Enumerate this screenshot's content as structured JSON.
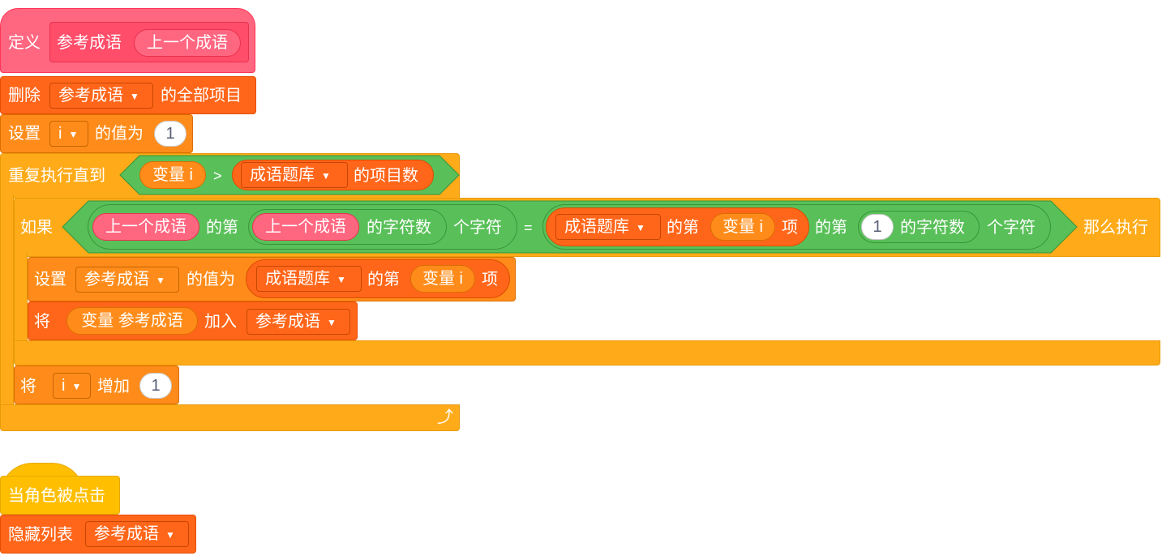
{
  "define": {
    "keyword": "定义",
    "proc_name": "参考成语",
    "param": "上一个成语"
  },
  "delete_all": {
    "label": "删除",
    "list": "参考成语",
    "suffix": "的全部项目"
  },
  "set_i": {
    "label": "设置",
    "var": "i",
    "mid": "的值为",
    "value": "1"
  },
  "repeat_until": {
    "label": "重复执行直到",
    "var_pill": "变量 i",
    "op": ">",
    "list": "成语题库",
    "suffix": "的项目数"
  },
  "if_block": {
    "label": "如果",
    "then": "那么执行",
    "left": {
      "param1": "上一个成语",
      "of": "的第",
      "param2": "上一个成语",
      "len": "的字符数",
      "char": "个字符"
    },
    "eq": "=",
    "right": {
      "list": "成语题库",
      "of": "的第",
      "var": "变量 i",
      "item": "项",
      "of2": "的第",
      "num": "1",
      "len": "的字符数",
      "char": "个字符"
    }
  },
  "set_ref": {
    "label": "设置",
    "var": "参考成语",
    "mid": "的值为",
    "list": "成语题库",
    "of": "的第",
    "var_pill": "变量 i",
    "item": "项"
  },
  "add_item": {
    "label": "将",
    "value": "变量 参考成语",
    "mid": "加入",
    "list": "参考成语"
  },
  "change_i": {
    "label": "将",
    "var": "i",
    "mid": "增加",
    "value": "1"
  },
  "loop_arrow": "⤴",
  "hat": {
    "label": "当角色被点击"
  },
  "hide_list": {
    "label": "隐藏列表",
    "list": "参考成语"
  },
  "colors": {
    "custom": "#ff6680",
    "list": "#ff661a",
    "variable": "#ff8c1a",
    "control": "#ffab19",
    "operator": "#59c059",
    "event": "#ffbf00"
  }
}
